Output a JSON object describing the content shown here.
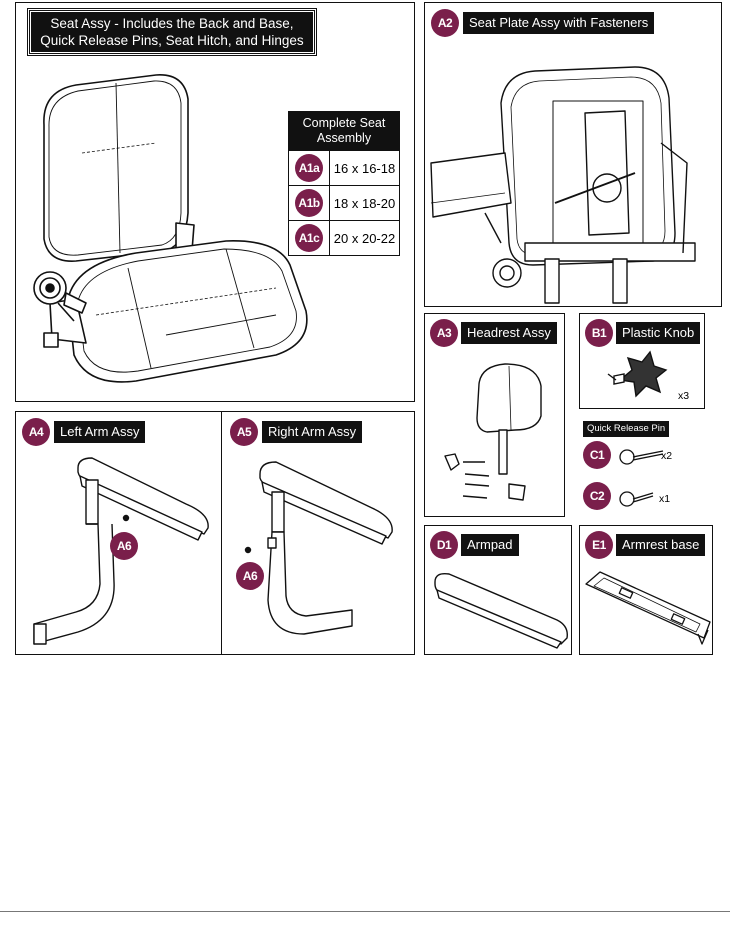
{
  "panels": {
    "seat_assy": {
      "badge": "",
      "title": "Seat Assy - Includes the Back and Base, Quick Release Pins, Seat Hitch, and Hinges",
      "title_line1": "Seat Assy - Includes the Back and Base,",
      "title_line2": "Quick Release Pins, Seat Hitch, and Hinges",
      "table": {
        "header_line1": "Complete Seat",
        "header_line2": "Assembly",
        "rows": [
          {
            "badge": "A1a",
            "value": "16 x 16-18"
          },
          {
            "badge": "A1b",
            "value": "18 x 18-20"
          },
          {
            "badge": "A1c",
            "value": "20 x 20-22"
          }
        ]
      }
    },
    "seat_plate": {
      "badge": "A2",
      "label": "Seat Plate Assy with Fasteners"
    },
    "headrest": {
      "badge": "A3",
      "label": "Headrest Assy"
    },
    "plastic_knob": {
      "badge": "B1",
      "label": "Plastic Knob",
      "qty": "x3"
    },
    "quick_release": {
      "label": "Quick Release Pin",
      "items": [
        {
          "badge": "C1",
          "qty": "x2"
        },
        {
          "badge": "C2",
          "qty": "x1"
        }
      ]
    },
    "left_arm": {
      "badge": "A4",
      "label": "Left Arm Assy",
      "callout": "A6"
    },
    "right_arm": {
      "badge": "A5",
      "label": "Right Arm Assy",
      "callout": "A6"
    },
    "armpad": {
      "badge": "D1",
      "label": "Armpad"
    },
    "armrest_base": {
      "badge": "E1",
      "label": "Armrest base"
    }
  },
  "colors": {
    "badge": "#7a1f4b",
    "label_bg": "#111111",
    "line": "#111111"
  }
}
